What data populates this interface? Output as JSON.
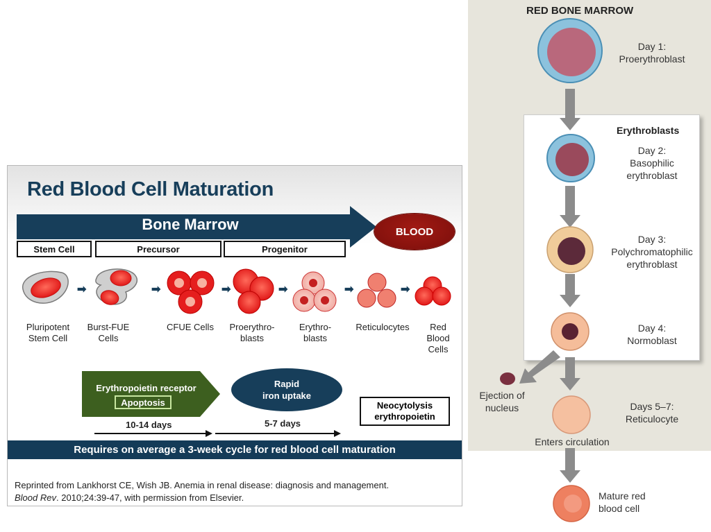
{
  "left_figure": {
    "title": "Red Blood Cell Maturation",
    "bone_marrow_label": "Bone Marrow",
    "blood_label": "BLOOD",
    "phases": [
      "Stem Cell",
      "Precursor",
      "Progenitor"
    ],
    "cells": [
      {
        "label_line1": "Pluripotent",
        "label_line2": "Stem Cell",
        "label_line3": ""
      },
      {
        "label_line1": "Burst-FUE",
        "label_line2": "Cells",
        "label_line3": ""
      },
      {
        "label_line1": "CFUE Cells",
        "label_line2": "",
        "label_line3": ""
      },
      {
        "label_line1": "Proerythro-",
        "label_line2": "blasts",
        "label_line3": ""
      },
      {
        "label_line1": "Erythro-",
        "label_line2": "blasts",
        "label_line3": ""
      },
      {
        "label_line1": "Reticulocytes",
        "label_line2": "",
        "label_line3": ""
      },
      {
        "label_line1": "Red",
        "label_line2": "Blood",
        "label_line3": "Cells"
      }
    ],
    "epo_receptor": "Erythropoietin receptor",
    "apoptosis": "Apoptosis",
    "iron_line1": "Rapid",
    "iron_line2": "iron uptake",
    "neo_line1": "Neocytolysis",
    "neo_line2": "erythropoietin",
    "duration_1": "10-14 days",
    "duration_2": "5-7 days",
    "cycle_text": "Requires on average a 3-week cycle for red blood cell maturation",
    "citation_line1": "Reprinted from Lankhorst CE, Wish JB. Anemia in renal disease: diagnosis and management.",
    "citation_journal": "Blood Rev",
    "citation_line2_rest": ". 2010;24:39-47, with permission from Elsevier."
  },
  "right_figure": {
    "title": "RED BONE MARROW",
    "group_label": "Erythroblasts",
    "stages": [
      {
        "day": "Day 1:",
        "name": "Proerythroblast",
        "name2": ""
      },
      {
        "day": "Day 2:",
        "name": "Basophilic",
        "name2": "erythroblast"
      },
      {
        "day": "Day 3:",
        "name": "Polychromatophilic",
        "name2": "erythroblast"
      },
      {
        "day": "Day 4:",
        "name": "Normoblast",
        "name2": ""
      },
      {
        "day": "Days 5–7:",
        "name": "Reticulocyte",
        "name2": ""
      }
    ],
    "ejection_line1": "Ejection of",
    "ejection_line2": "nucleus",
    "enters_circulation": "Enters circulation",
    "mature_line1": "Mature red",
    "mature_line2": "blood cell"
  },
  "colors": {
    "navy": "#173e5a",
    "blood_red": "#8a120d",
    "epo_green": "#3d5f1f",
    "marrow_bg": "#e7e5dc",
    "arrow_gray": "#8c8c8c"
  }
}
